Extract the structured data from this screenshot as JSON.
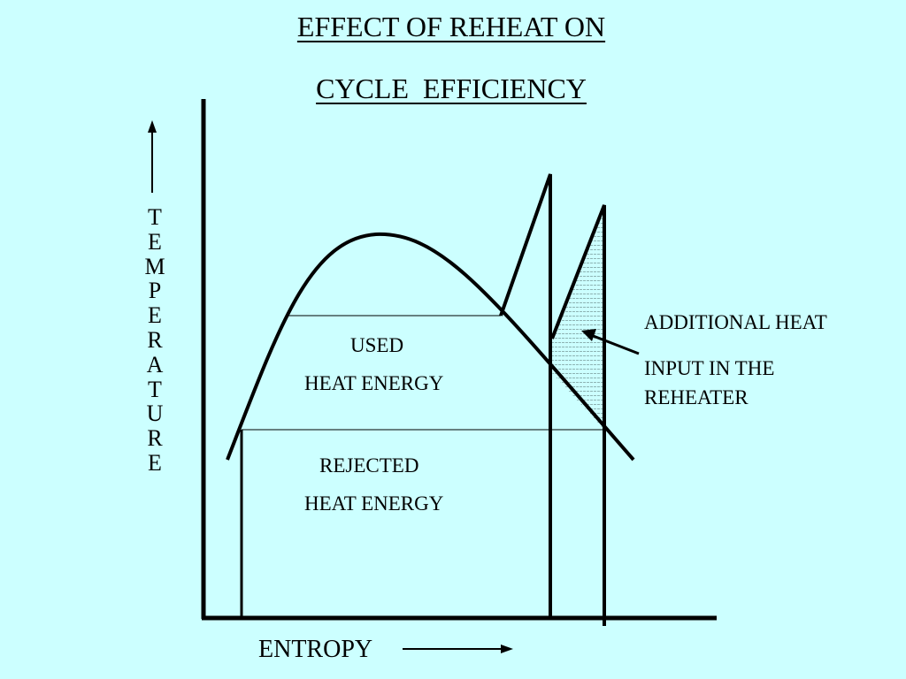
{
  "title": {
    "line1": "EFFECT OF REHEAT ON",
    "line2": "CYCLE  EFFICIENCY"
  },
  "axes": {
    "y_label": "TEMPERATURE",
    "x_label": "ENTROPY"
  },
  "regions": {
    "used_line1": "USED",
    "used_line2": "HEAT ENERGY",
    "rejected_line1": "REJECTED",
    "rejected_line2": "HEAT ENERGY"
  },
  "annotation": {
    "line1": "ADDITIONAL HEAT",
    "line2": "INPUT IN THE",
    "line3": "REHEATER"
  },
  "colors": {
    "background": "#ccffff",
    "ink": "#000000"
  }
}
